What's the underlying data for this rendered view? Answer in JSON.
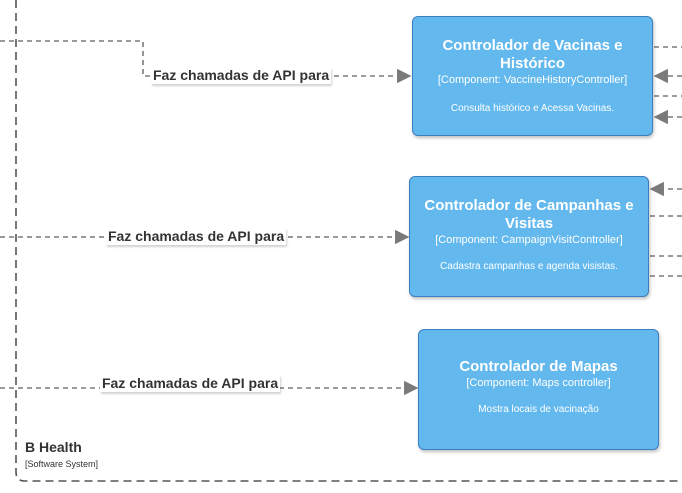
{
  "boundary": {
    "name": "B Health",
    "type": "[Software System]"
  },
  "components": [
    {
      "title": "Controlador de Vacinas e Histórico",
      "type": "[Component: VaccineHistoryController]",
      "description": "Consulta histórico e Acessa Vacinas."
    },
    {
      "title": "Controlador de Campanhas e Visitas",
      "type": "[Component: CampaignVisitController]",
      "description": "Cadastra campanhas e agenda visistas."
    },
    {
      "title": "Controlador de Mapas",
      "type": "[Component: Maps controller]",
      "description": "Mostra locais de vacinação"
    }
  ],
  "relations": [
    {
      "label": "Faz chamadas de API para"
    },
    {
      "label": "Faz chamadas de API para"
    },
    {
      "label": "Faz chamadas de API para"
    }
  ],
  "colors": {
    "component_fill": "#63b8ee",
    "component_border": "#3c7fc0",
    "line": "#7a7a7a"
  }
}
